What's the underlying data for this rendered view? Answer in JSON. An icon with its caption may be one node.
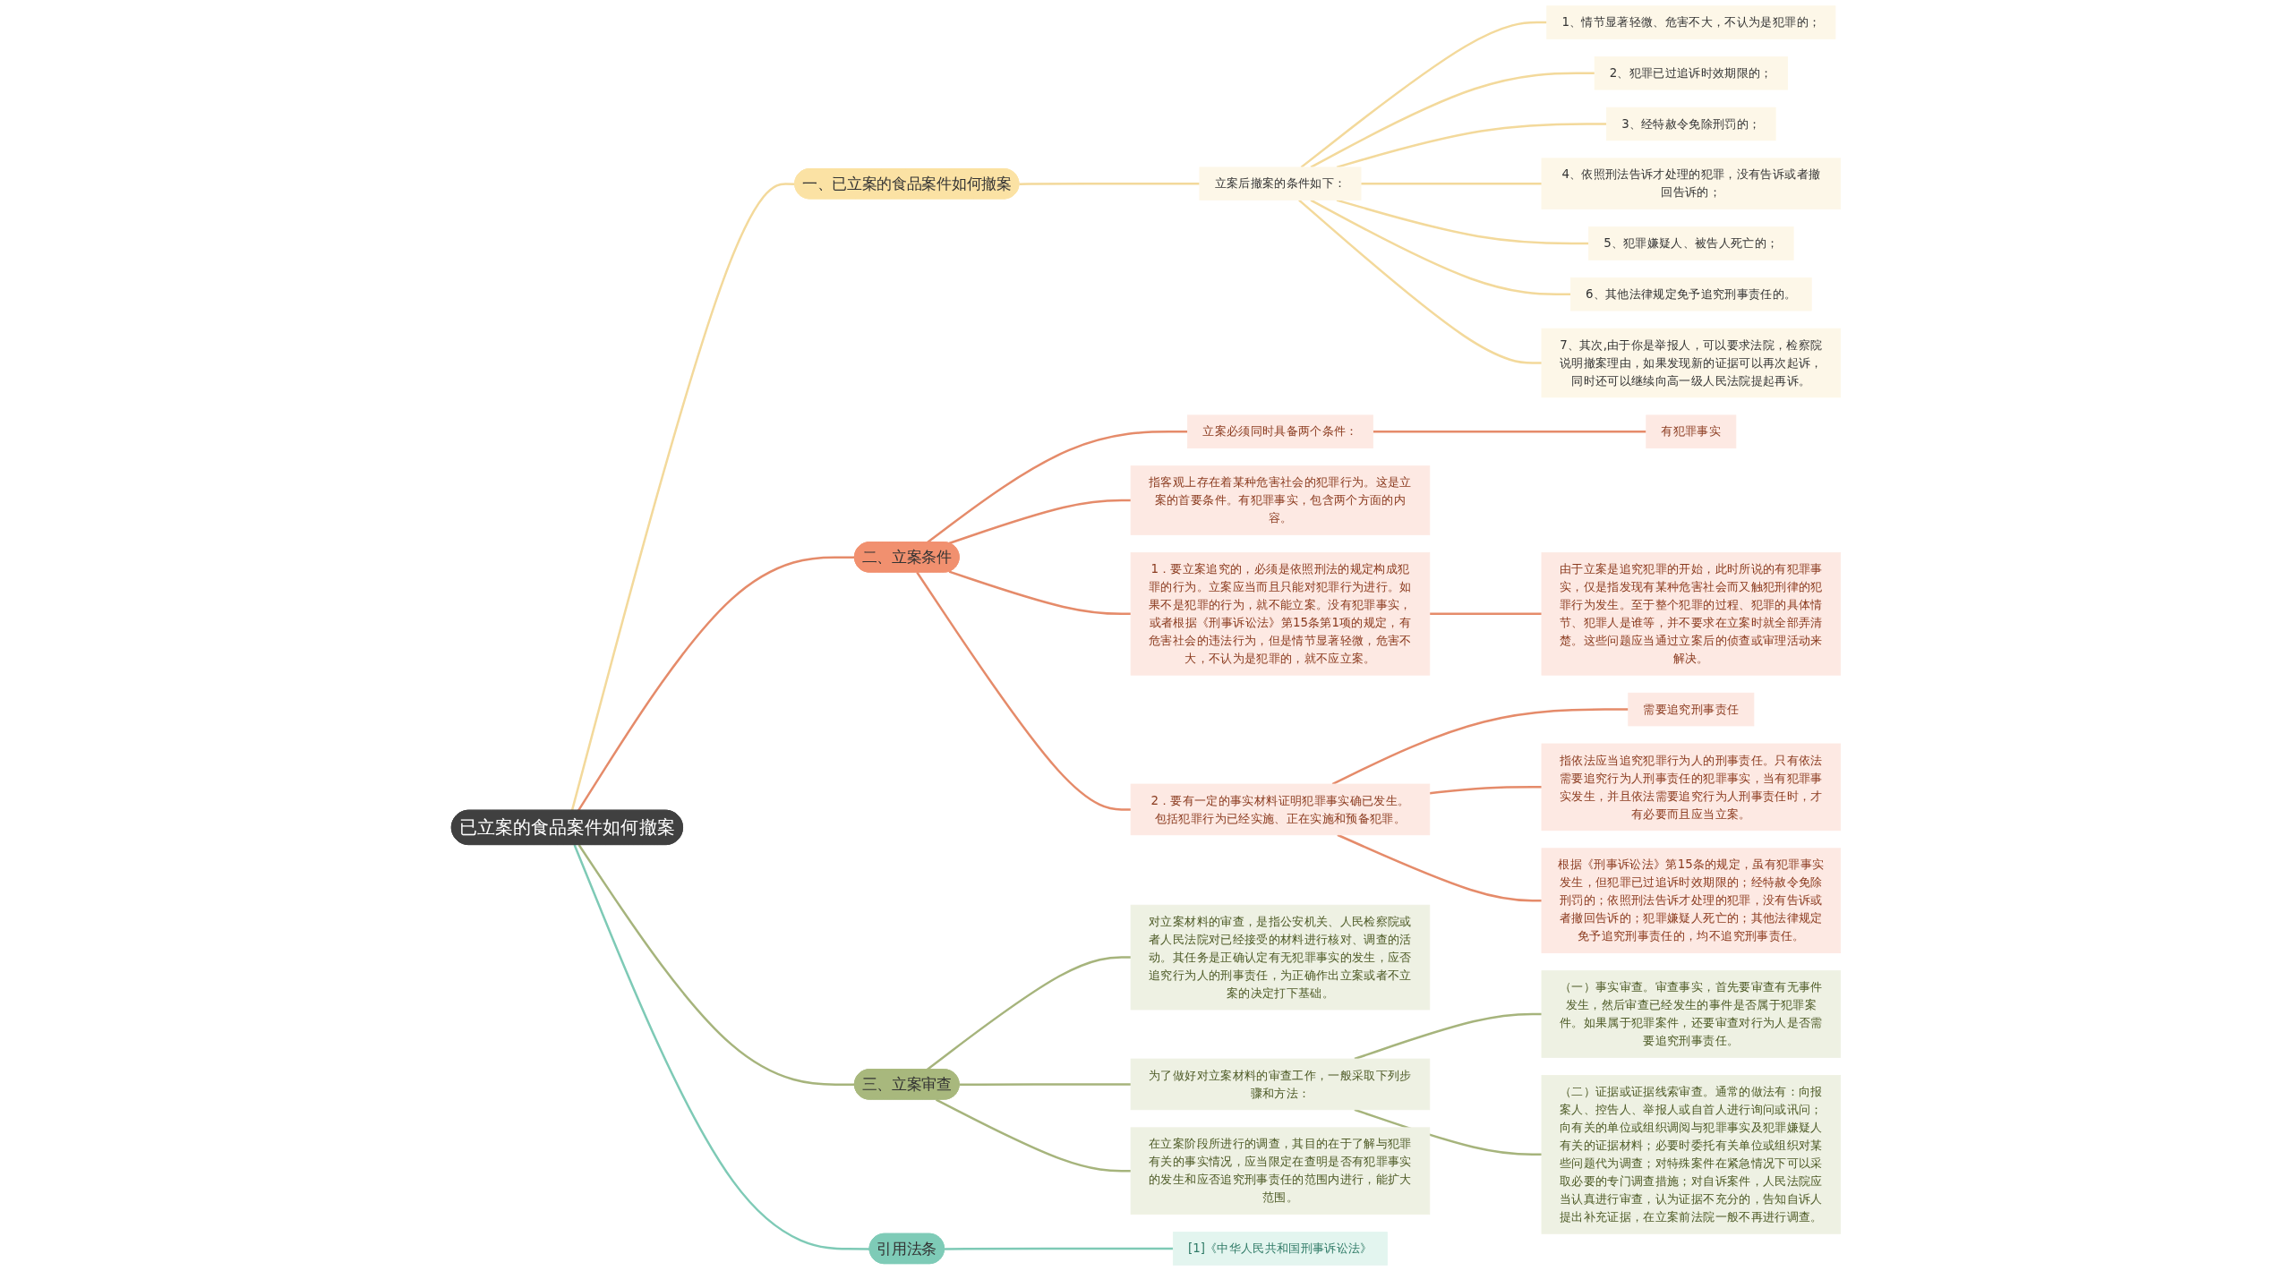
{
  "diagram": {
    "nodes": [
      {
        "text": [
          "已立案的食品案件如何撤案"
        ]
      },
      {
        "text": [
          "一、已立案的食品案件如何撤案"
        ]
      },
      {
        "text": [
          "立案后撤案的条件如下："
        ]
      },
      {
        "text": [
          "1、情节显著轻微、危害不大，不认为是犯罪的；"
        ]
      },
      {
        "text": [
          "2、犯罪已过追诉时效期限的；"
        ]
      },
      {
        "text": [
          "3、经特赦令免除刑罚的；"
        ]
      },
      {
        "text": [
          "4、依照刑法告诉才处理的犯罪，没有告诉或者撤回告诉的；"
        ]
      },
      {
        "text": [
          "5、犯罪嫌疑人、被告人死亡的；"
        ]
      },
      {
        "text": [
          "6、其他法律规定免予追究刑事责任的。"
        ]
      },
      {
        "text": [
          "7、其次,由于你是举报人，可以要求法院，检察院说明撤案理由，如果发现新的证据可以再次起诉，同时还可以继续向高一级人民法院提起再诉。"
        ]
      },
      {
        "text": [
          "二、立案条件"
        ]
      },
      {
        "text": [
          "立案必须同时具备两个条件："
        ]
      },
      {
        "text": [
          "有犯罪事实"
        ]
      },
      {
        "text": [
          "指客观上存在着某种危害社会的犯罪行为。这是立案的首要条件。有犯罪事实，包含两个方面的内容。"
        ]
      },
      {
        "text": [
          "1．要立案追究的，必须是依照刑法的规定构成犯罪的行为。立案应当而且只能对犯罪行为进行。如果不是犯罪的行为，就不能立案。没有犯罪事实，或者根据《刑事诉讼法》第15条第1项的规定，有危害社会的违法行为，但是情节显著轻微，危害不大，不认为是犯罪的，就不应立案。"
        ]
      },
      {
        "text": [
          "由于立案是追究犯罪的开始，此时所说的有犯罪事实，仅是指发现有某种危害社会而又触犯刑律的犯罪行为发生。至于整个犯罪的过程、犯罪的具体情节、犯罪人是谁等，并不要求在立案时就全部弄清楚。这些问题应当通过立案后的侦查或审理活动来解决。"
        ]
      },
      {
        "text": [
          "2．要有一定的事实材料证明犯罪事实确已发生。包括犯罪行为已经实施、正在实施和预备犯罪。"
        ]
      },
      {
        "text": [
          "需要追究刑事责任"
        ]
      },
      {
        "text": [
          "指依法应当追究犯罪行为人的刑事责任。只有依法需要追究行为人刑事责任的犯罪事实，当有犯罪事实发生，并且依法需要追究行为人刑事责任时，才有必要而且应当立案。"
        ]
      },
      {
        "text": [
          "根据《刑事诉讼法》第15条的规定，虽有犯罪事实发生，但犯罪已过追诉时效期限的；经特赦令免除刑罚的；依照刑法告诉才处理的犯罪，没有告诉或者撤回告诉的；犯罪嫌疑人死亡的；其他法律规定免予追究刑事责任的，均不追究刑事责任。"
        ]
      },
      {
        "text": [
          "三、立案审查"
        ]
      },
      {
        "text": [
          "对立案材料的审查，是指公安机关、人民检察院或者人民法院对已经接受的材料进行核对、调查的活动。其任务是正确认定有无犯罪事实的发生，应否追究行为人的刑事责任，为正确作出立案或者不立案的决定打下基础。"
        ]
      },
      {
        "text": [
          "为了做好对立案材料的审查工作，一般采取下列步骤和方法："
        ]
      },
      {
        "text": [
          "（一）事实审查。审查事实，首先要审查有无事件发生，然后审查已经发生的事件是否属于犯罪案件。如果属于犯罪案件，还要审查对行为人是否需要追究刑事责任。"
        ]
      },
      {
        "text": [
          "（二）证据或证据线索审查。通常的做法有：向报案人、控告人、举报人或自首人进行询问或讯问；向有关的单位或组织调阅与犯罪事实及犯罪嫌疑人有关的证据材料；必要时委托有关单位或组织对某些问题代为调查；对特殊案件在紧急情况下可以采取必要的专门调查措施；对自诉案件，人民法院应当认真进行审查，认为证据不充分的，告知自诉人提出补充证据，在立案前法院一般不再进行调查。"
        ]
      },
      {
        "text": [
          "在立案阶段所进行的调查，其目的在于了解与犯罪有关的事实情况，应当限定在查明是否有犯罪事实的发生和应否追究刑事责任的范围内进行，能扩大范围。"
        ]
      },
      {
        "text": [
          "引用法条"
        ]
      },
      {
        "text": [
          "[1]《中华人民共和国刑事诉讼法》"
        ]
      }
    ],
    "edges": [
      {
        "from": 0,
        "to": 1,
        "arrow": "none",
        "color": "#f3d99b"
      },
      {
        "from": 1,
        "to": 2,
        "arrow": "none",
        "color": "#f3d99b"
      },
      {
        "from": 2,
        "to": 3,
        "arrow": "none",
        "color": "#f3d99b"
      },
      {
        "from": 2,
        "to": 4,
        "arrow": "none",
        "color": "#f3d99b"
      },
      {
        "from": 2,
        "to": 5,
        "arrow": "none",
        "color": "#f3d99b"
      },
      {
        "from": 2,
        "to": 6,
        "arrow": "none",
        "color": "#f3d99b"
      },
      {
        "from": 2,
        "to": 7,
        "arrow": "none",
        "color": "#f3d99b"
      },
      {
        "from": 2,
        "to": 8,
        "arrow": "none",
        "color": "#f3d99b"
      },
      {
        "from": 2,
        "to": 9,
        "arrow": "none",
        "color": "#f3d99b"
      },
      {
        "from": 0,
        "to": 10,
        "arrow": "none"
      },
      {
        "from": 10,
        "to": 11,
        "arrow": "none"
      },
      {
        "from": 11,
        "to": 12,
        "arrow": "none"
      },
      {
        "from": 10,
        "to": 13,
        "arrow": "none"
      },
      {
        "from": 10,
        "to": 14,
        "arrow": "none"
      },
      {
        "from": 14,
        "to": 15,
        "arrow": "none"
      },
      {
        "from": 10,
        "to": 16,
        "arrow": "none"
      },
      {
        "from": 16,
        "to": 17,
        "arrow": "none"
      },
      {
        "from": 16,
        "to": 18,
        "arrow": "none"
      },
      {
        "from": 16,
        "to": 19,
        "arrow": "none"
      },
      {
        "from": 0,
        "to": 20,
        "arrow": "none",
        "color": "#a6b47c"
      },
      {
        "from": 20,
        "to": 21,
        "arrow": "none",
        "color": "#a6b47c"
      },
      {
        "from": 20,
        "to": 22,
        "arrow": "none",
        "color": "#a6b47c"
      },
      {
        "from": 22,
        "to": 23,
        "arrow": "none",
        "color": "#a6b47c"
      },
      {
        "from": 22,
        "to": 24,
        "arrow": "none",
        "color": "#a6b47c"
      },
      {
        "from": 20,
        "to": 25,
        "arrow": "none",
        "color": "#a6b47c"
      },
      {
        "from": 0,
        "to": 26,
        "arrow": "none",
        "color": "#7ecab6"
      },
      {
        "from": 26,
        "to": 27,
        "arrow": "none",
        "color": "#7ecab6"
      }
    ]
  }
}
